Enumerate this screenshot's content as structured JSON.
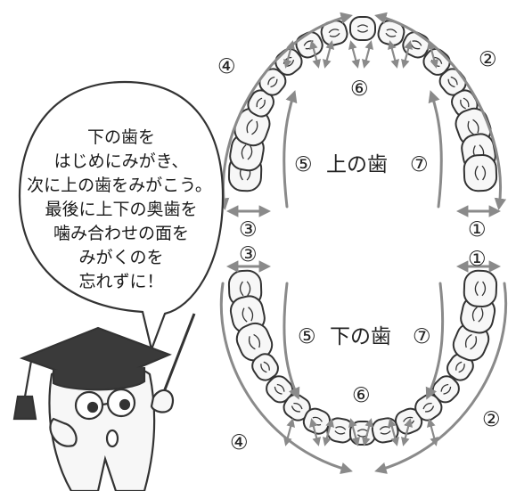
{
  "speech_bubble": {
    "lines": [
      "下の歯を",
      "はじめにみがき、",
      "次に上の歯をみがこう。",
      "最後に上下の奥歯を",
      "噛み合わせの面を",
      "みがくのを",
      "忘れずに！"
    ]
  },
  "upper_jaw": {
    "label": "上の歯"
  },
  "lower_jaw": {
    "label": "下の歯"
  },
  "steps": {
    "s1": "①",
    "s2": "②",
    "s3": "③",
    "s4": "④",
    "s5": "⑤",
    "s6": "⑥",
    "s7": "⑦"
  },
  "colors": {
    "arrow": "#8a8a8a",
    "outline": "#333333",
    "tooth_fill": "#f7f7f7",
    "cap": "#3a3a3a"
  }
}
